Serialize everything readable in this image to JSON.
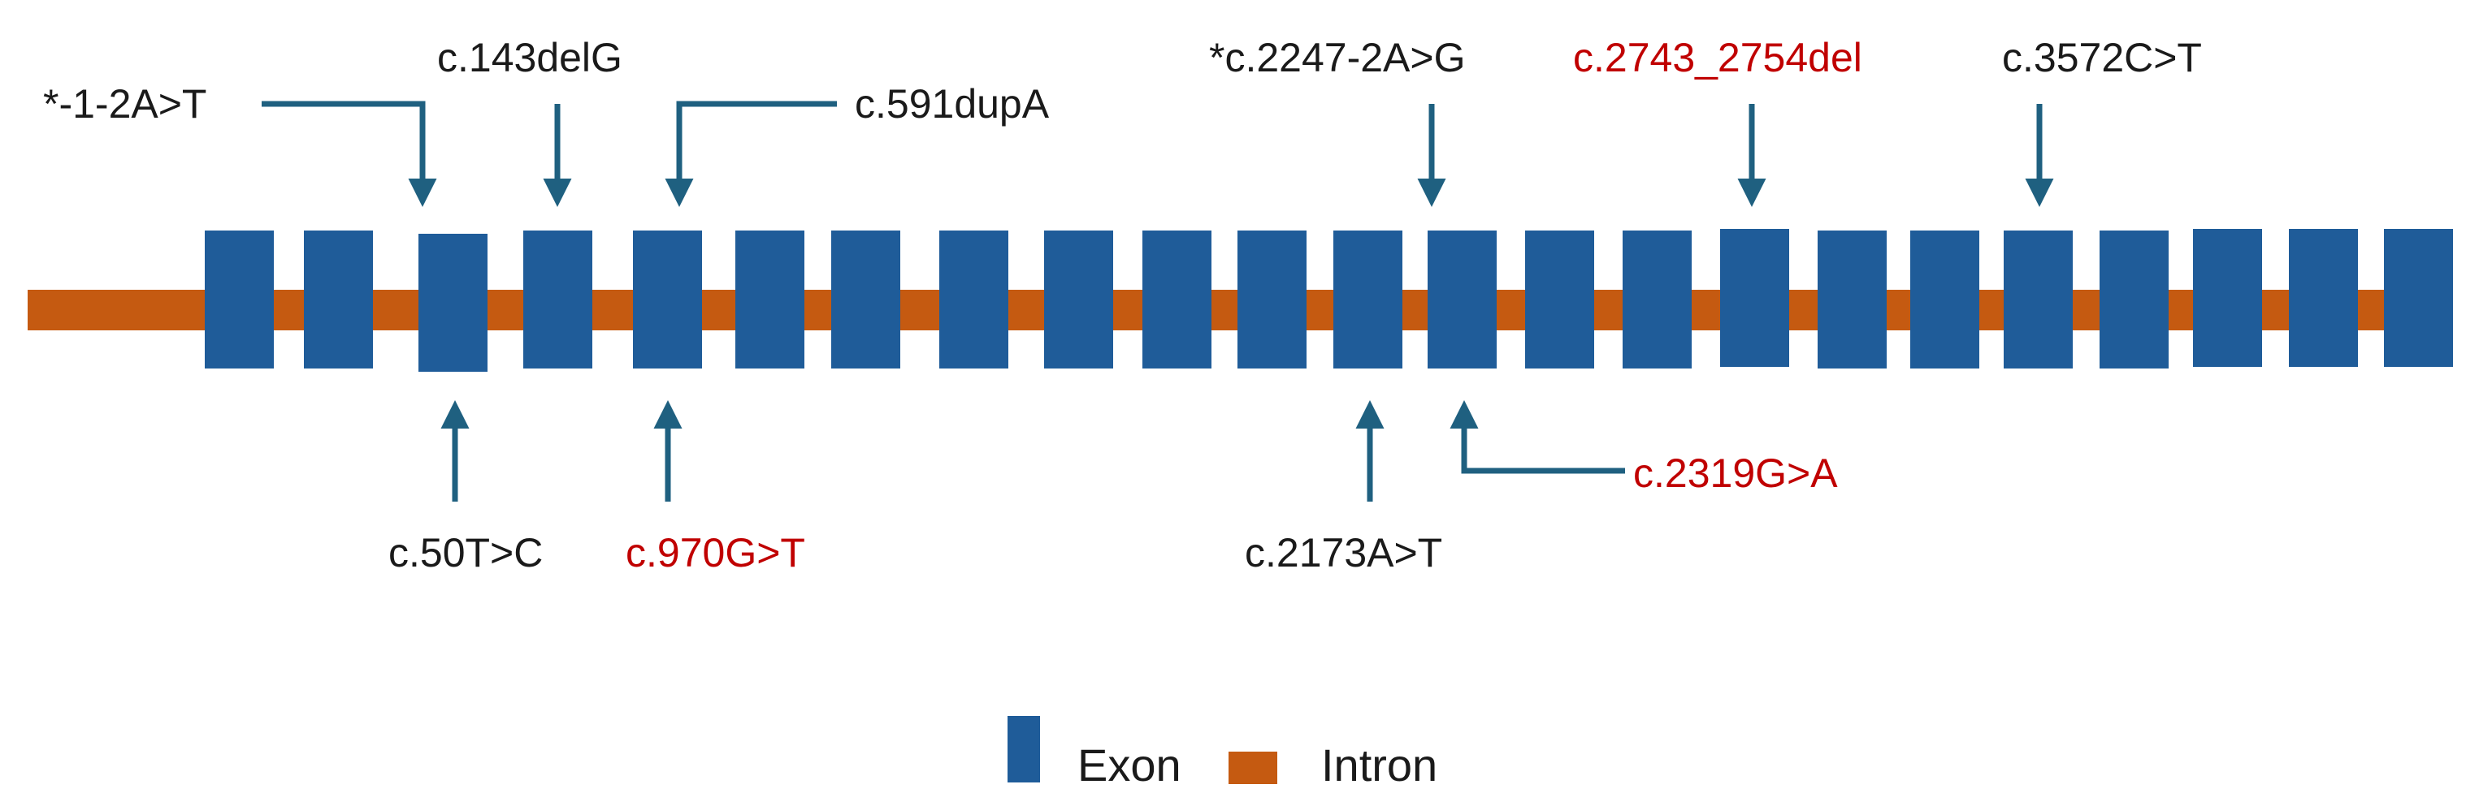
{
  "colors": {
    "exon": "#1f5c99",
    "intron": "#c55a11",
    "arrow": "#1f6080",
    "text_default": "#1a1a1a",
    "text_highlight": "#c00000"
  },
  "exon_count": 23,
  "variants_top": [
    {
      "id": "v-1-2a-t",
      "label": "*-1-2A>T",
      "highlight": false,
      "exon_index": 3
    },
    {
      "id": "c143delg",
      "label": "c.143delG",
      "highlight": false,
      "exon_index": 4
    },
    {
      "id": "c591dupa",
      "label": "c.591dupA",
      "highlight": false,
      "exon_index": 5
    },
    {
      "id": "c2247-2a-g",
      "label": "*c.2247-2A>G",
      "highlight": false,
      "exon_index": 13
    },
    {
      "id": "c2743-2754del",
      "label": "c.2743_2754del",
      "highlight": true,
      "exon_index": 16
    },
    {
      "id": "c3572c-t",
      "label": "c.3572C>T",
      "highlight": false,
      "exon_index": 19
    }
  ],
  "variants_bottom": [
    {
      "id": "c50t-c",
      "label": "c.50T>C",
      "highlight": false,
      "exon_index": 3
    },
    {
      "id": "c970g-t",
      "label": "c.970G>T",
      "highlight": true,
      "exon_index": 5
    },
    {
      "id": "c2173a-t",
      "label": "c.2173A>T",
      "highlight": false,
      "exon_index": 12
    },
    {
      "id": "c2319g-a",
      "label": "c.2319G>A",
      "highlight": true,
      "exon_index": 13
    }
  ],
  "legend": {
    "exon_label": "Exon",
    "intron_label": "Intron"
  }
}
